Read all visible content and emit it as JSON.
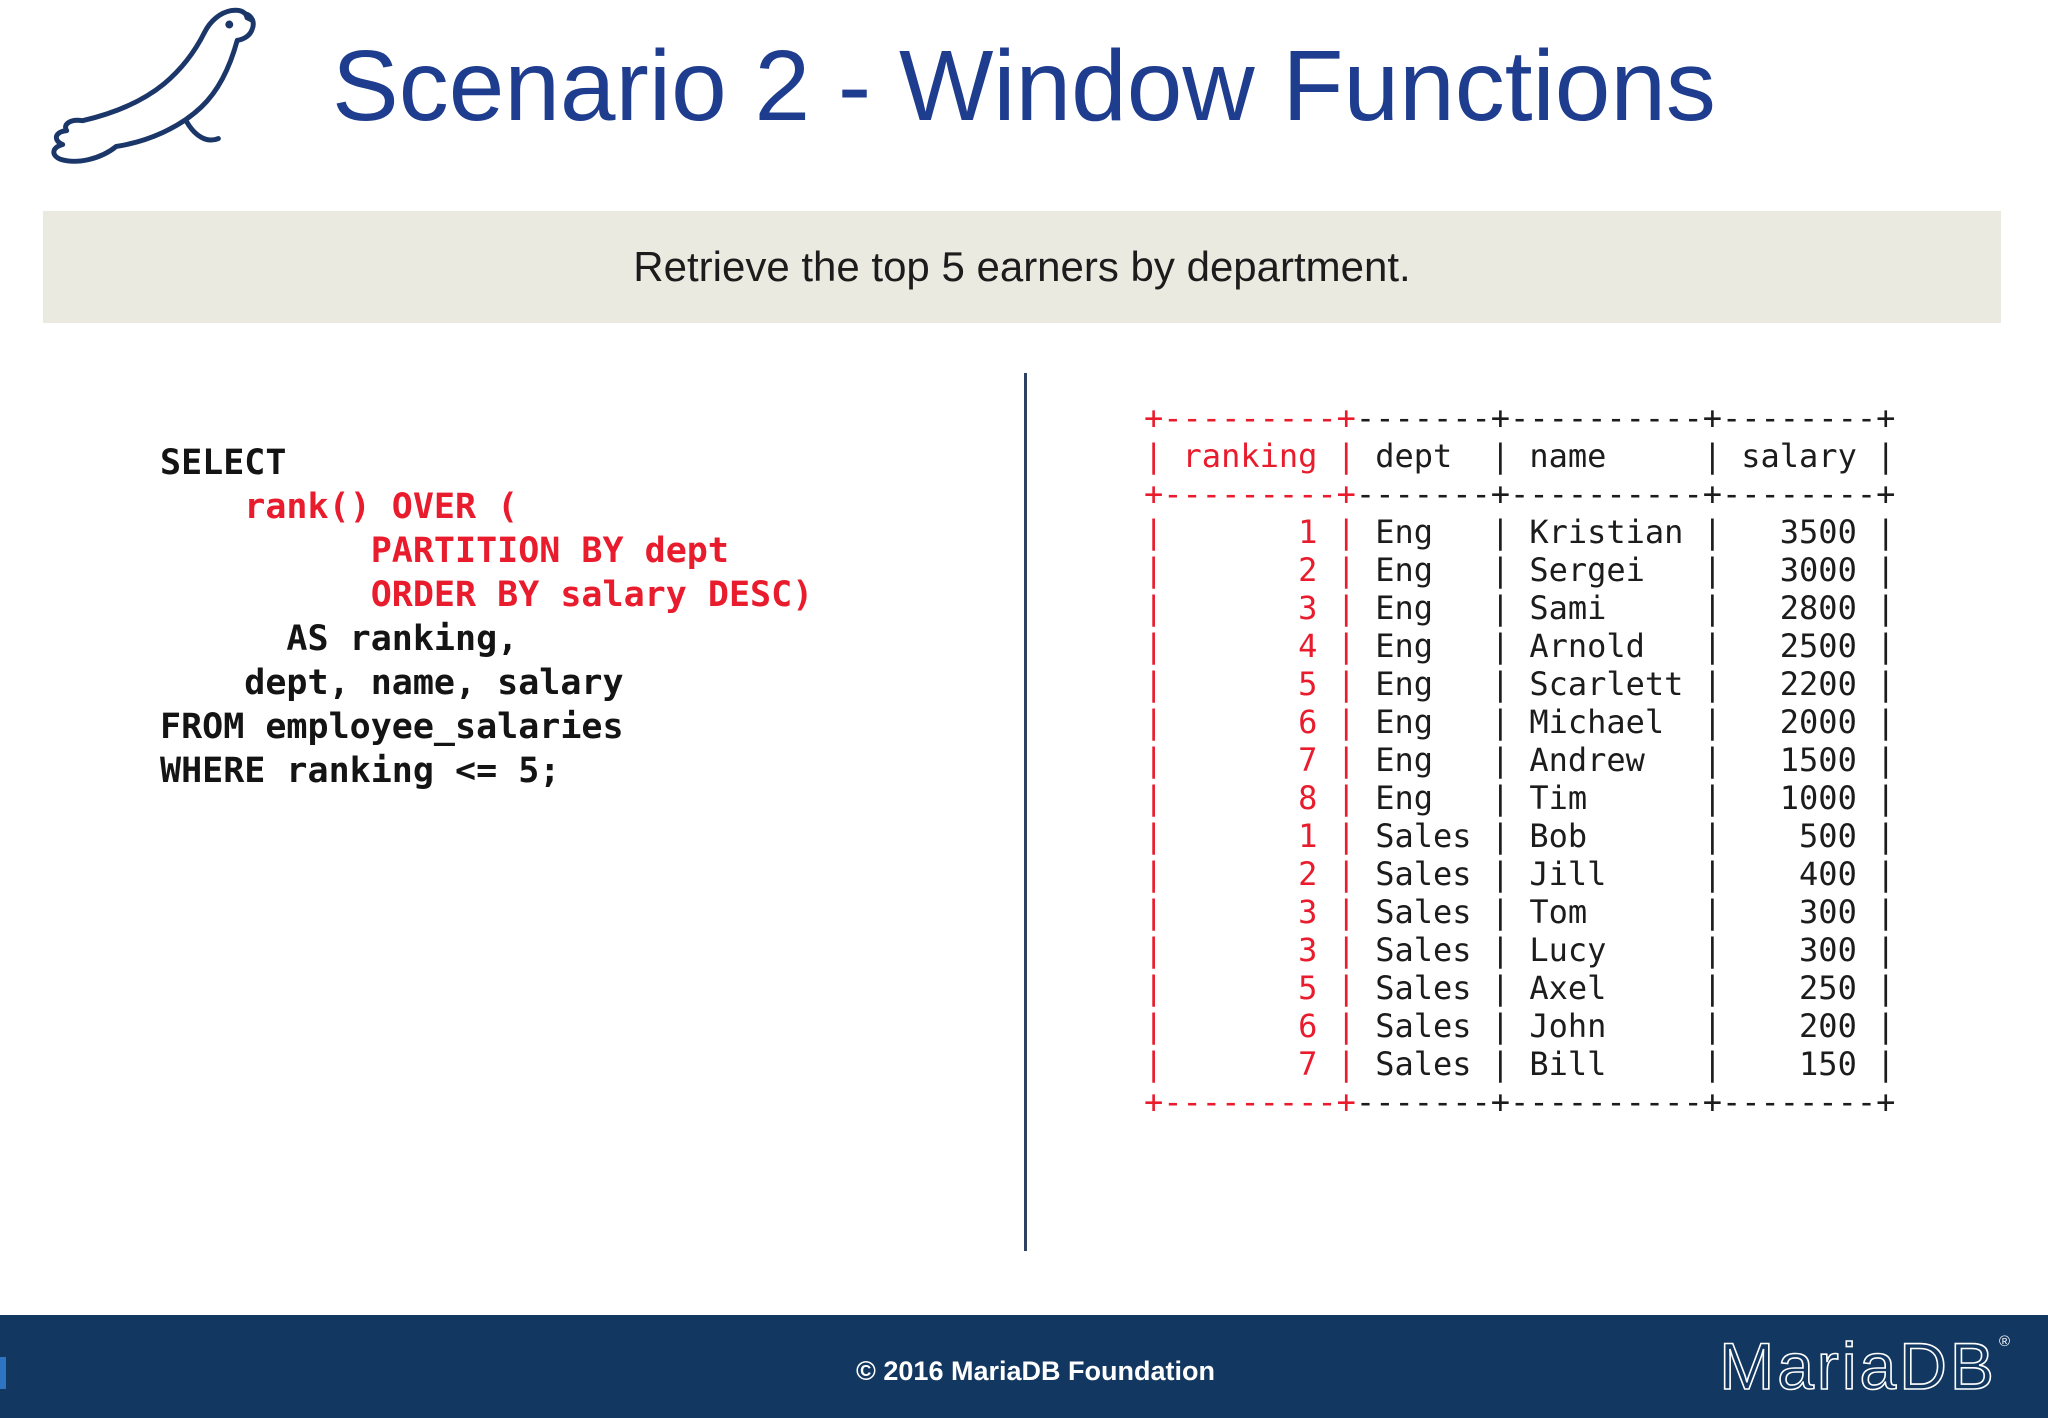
{
  "header": {
    "title": "Scenario 2 - Window Functions",
    "logo": "mariadb-seal-icon"
  },
  "subtitle": {
    "text": "Retrieve the top 5 earners by department."
  },
  "sql": {
    "lines": [
      {
        "text": "SELECT",
        "color": "black"
      },
      {
        "text": "    rank() OVER (",
        "color": "red"
      },
      {
        "text": "          PARTITION BY dept",
        "color": "red"
      },
      {
        "text": "          ORDER BY salary DESC)",
        "color": "red"
      },
      {
        "text": "      AS ranking,",
        "color": "black"
      },
      {
        "text": "    dept, name, salary",
        "color": "black"
      },
      {
        "text": "FROM employee_salaries",
        "color": "black"
      },
      {
        "text": "WHERE ranking <= 5;",
        "color": "black"
      }
    ]
  },
  "result_table": {
    "columns": [
      "ranking",
      "dept",
      "name",
      "salary"
    ],
    "rows": [
      [
        1,
        "Eng",
        "Kristian",
        3500
      ],
      [
        2,
        "Eng",
        "Sergei",
        3000
      ],
      [
        3,
        "Eng",
        "Sami",
        2800
      ],
      [
        4,
        "Eng",
        "Arnold",
        2500
      ],
      [
        5,
        "Eng",
        "Scarlett",
        2200
      ],
      [
        6,
        "Eng",
        "Michael",
        2000
      ],
      [
        7,
        "Eng",
        "Andrew",
        1500
      ],
      [
        8,
        "Eng",
        "Tim",
        1000
      ],
      [
        1,
        "Sales",
        "Bob",
        500
      ],
      [
        2,
        "Sales",
        "Jill",
        400
      ],
      [
        3,
        "Sales",
        "Tom",
        300
      ],
      [
        3,
        "Sales",
        "Lucy",
        300
      ],
      [
        5,
        "Sales",
        "Axel",
        250
      ],
      [
        6,
        "Sales",
        "John",
        200
      ],
      [
        7,
        "Sales",
        "Bill",
        150
      ]
    ],
    "ranking_column_color": "red",
    "body_color": "black"
  },
  "footer": {
    "copyright": "© 2016 MariaDB Foundation",
    "brand": "MariaDB",
    "registered_mark": "®"
  },
  "colors": {
    "title_blue": "#1f3d8f",
    "accent_red": "#e81c2d",
    "subtitle_bg": "#ebeae1",
    "footer_navy": "#123760",
    "footer_accent_blue": "#2f74c0",
    "divider": "#2e4163"
  }
}
